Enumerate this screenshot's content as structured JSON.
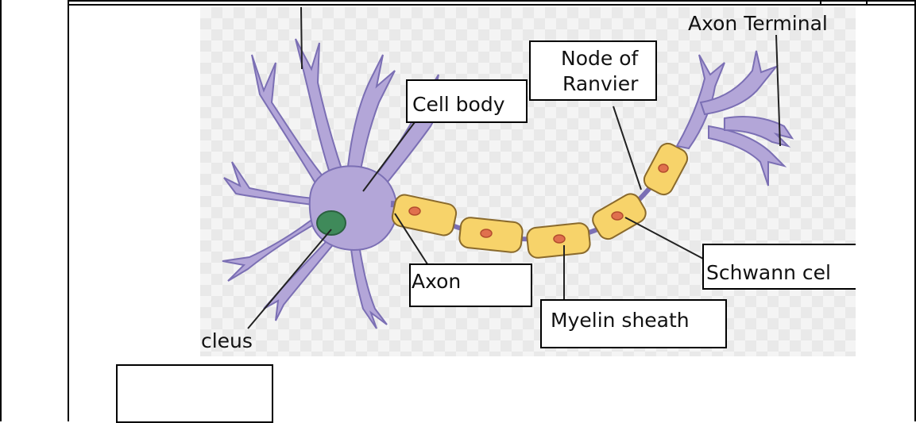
{
  "diagram": {
    "labels": {
      "axon_terminal": "Axon Terminal",
      "node_of_ranvier_line1": "Node of",
      "node_of_ranvier_line2": "Ranvier",
      "cell_body": "Cell body",
      "axon": "Axon",
      "myelin_sheath": "Myelin sheath",
      "schwann_cell": "Schwann cel",
      "nucleus": "ıcleus"
    },
    "colors": {
      "neuron": "#b3a6d8",
      "neuron_outline": "#7b6fb4",
      "myelin": "#f7d36a",
      "myelin_outline": "#8a6a2c",
      "schwann_nucleus": "#e0704e",
      "cell_nucleus": "#3f8a5a"
    }
  },
  "answer_box": {
    "value": ""
  }
}
